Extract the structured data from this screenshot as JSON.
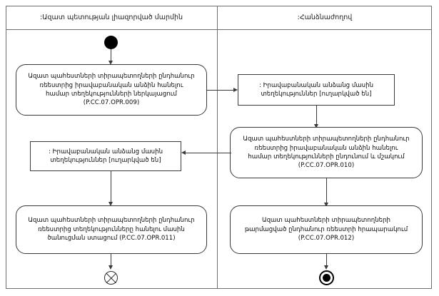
{
  "diagram": {
    "type": "uml-activity-diagram",
    "lanes": [
      {
        "id": "left",
        "title": ":Ազատ պետության լիազորված մարմին"
      },
      {
        "id": "right",
        "title": ":Հանձնաժողով"
      }
    ],
    "nodes": [
      {
        "id": "start",
        "kind": "initial-node",
        "lane": "left",
        "label": ""
      },
      {
        "id": "act-009",
        "kind": "activity",
        "lane": "left",
        "label": "Ազատ պահեստների տիրապետողների ընդհանուր\nռեեստրից իրավաբանական անձին հանելու\nհամար տեղեկությունների ներկայացում\n(P.CC.07.OPR.009)"
      },
      {
        "id": "obj-right",
        "kind": "object-node",
        "lane": "right",
        "label": ": Իրավաբանական անձանց մասին\nտեղեկություններ [ուղարկված են]"
      },
      {
        "id": "act-010",
        "kind": "activity",
        "lane": "right",
        "label": "Ազատ պահեստների տիրապետողների ընդհանուր\nռեեստրից իրավաբանական անձին հանելու\nհամար տեղեկությունների ընդունում և մշակում\n(P.CC.07.OPR.010)"
      },
      {
        "id": "obj-left",
        "kind": "object-node",
        "lane": "left",
        "label": ": Իրավաբանական անձանց մասին\nտեղեկություններ [ուղարկված են]"
      },
      {
        "id": "act-011",
        "kind": "activity",
        "lane": "left",
        "label": "Ազատ պահեստների տիրապետողների ընդհանուր\nռեեստրից տեղեկությունները հանելու մասին\nծանուցման ստացում (P.CC.07.OPR.011)"
      },
      {
        "id": "act-012",
        "kind": "activity",
        "lane": "right",
        "label": "Ազատ պահեստների տիրապետողների\nթարմացված ընդհանուր ռեեստրի հրապարակում\n(P.CC.07.OPR.012)"
      },
      {
        "id": "flow-final",
        "kind": "flow-final-node",
        "lane": "left",
        "label": ""
      },
      {
        "id": "activity-final",
        "kind": "activity-final-node",
        "lane": "right",
        "label": ""
      }
    ],
    "edges": [
      {
        "from": "start",
        "to": "act-009",
        "direction": "down"
      },
      {
        "from": "act-009",
        "to": "obj-right",
        "direction": "right"
      },
      {
        "from": "obj-right",
        "to": "act-010",
        "direction": "down"
      },
      {
        "from": "act-010",
        "to": "obj-left",
        "direction": "left"
      },
      {
        "from": "act-010",
        "to": "act-012",
        "direction": "down"
      },
      {
        "from": "obj-left",
        "to": "act-011",
        "direction": "down"
      },
      {
        "from": "act-011",
        "to": "flow-final",
        "direction": "down"
      },
      {
        "from": "act-012",
        "to": "activity-final",
        "direction": "down"
      }
    ],
    "colors": {
      "frame": "#6e6e6e",
      "node_border": "#3a3a3a",
      "edge": "#3a3a3a",
      "text": "#0d0d0d",
      "background": "#ffffff",
      "filled_node": "#000000"
    }
  }
}
